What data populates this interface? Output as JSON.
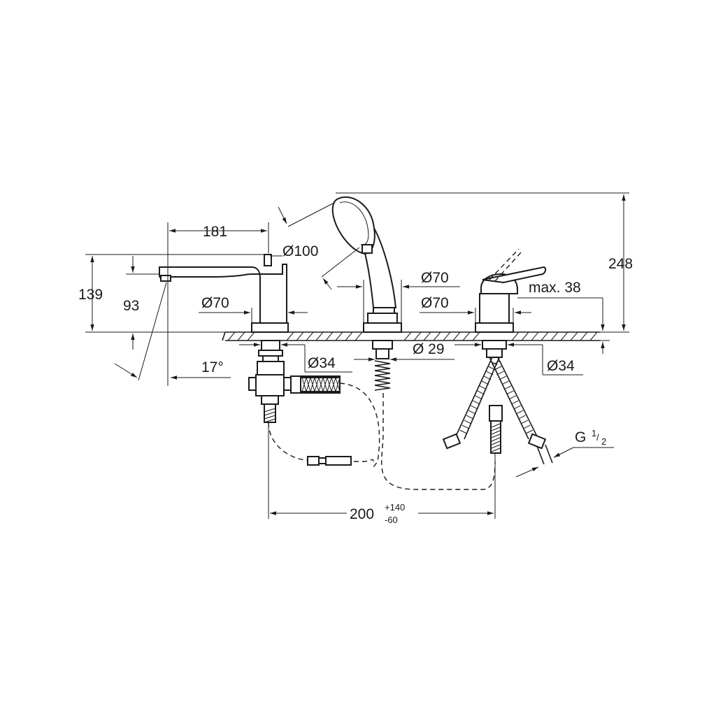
{
  "dimensions": {
    "spout_reach": "181",
    "handshower_diameter": "Ø100",
    "base_diameter_left": "Ø70",
    "base_diameter_mid": "Ø70",
    "base_diameter_right": "Ø70",
    "height_total_left": "139",
    "height_spout": "93",
    "angle": "17°",
    "hole_left": "Ø34",
    "hole_mid": "Ø 29",
    "hole_right": "Ø34",
    "deck_thickness": "max. 38",
    "overall_height": "248",
    "connection_thread": "G",
    "connection_thread_sup": "1",
    "connection_thread_sub": "2",
    "spacing": "200",
    "spacing_tol_plus": "+140",
    "spacing_tol_minus": "-60"
  }
}
